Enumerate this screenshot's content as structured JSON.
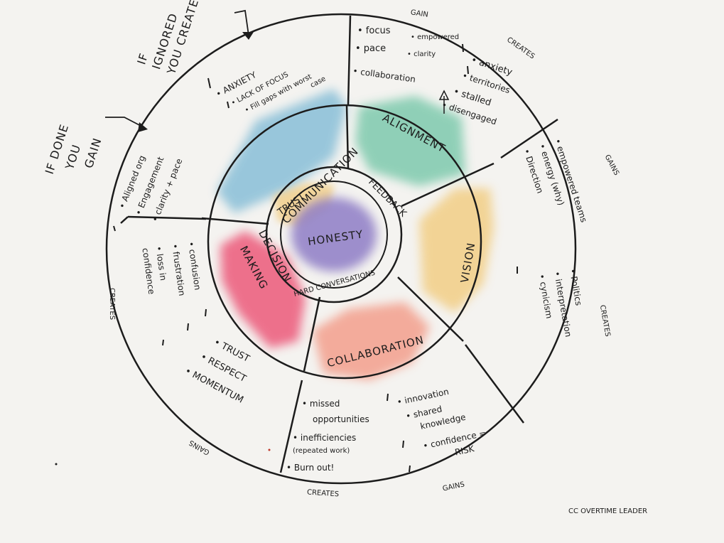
{
  "core": "HONESTY",
  "core_color": "#8e7dc6",
  "inner_ring": {
    "trust": "TRUST",
    "feedback": "FEEDBACK",
    "hard_conversations": "HARD CONVERSATIONS"
  },
  "segments": {
    "communication": {
      "label": "COMMUNICATION",
      "color": "#7ab8d4"
    },
    "alignment": {
      "label": "ALIGNMENT",
      "color": "#6ec4a4"
    },
    "vision": {
      "label": "VISION",
      "color": "#f2c977"
    },
    "collaboration": {
      "label": "COLLABORATION",
      "color": "#f39a86"
    },
    "decision_making": {
      "label_line1": "DECISION",
      "label_line2": "MAKING",
      "color": "#ec5a7a"
    }
  },
  "outer": {
    "communication_gain": [
      "• Aligned org",
      "• Engagement",
      "• clarity + pace"
    ],
    "communication_create": [
      "• ANXIETY",
      "• LACK OF FOCUS",
      "• Fill gaps with worst",
      "case"
    ],
    "alignment_gain": [
      "• focus",
      "• empowered",
      "• pace",
      "• clarity",
      "• collaboration"
    ],
    "alignment_create": [
      "• anxiety",
      "• territories",
      "• stalled",
      "• disengaged"
    ],
    "vision_gain": [
      "• empowered teams",
      "• energy (why)",
      "• Direction"
    ],
    "vision_create": [
      "• Politics",
      "• interpretation",
      "• cynicism"
    ],
    "collaboration_create": [
      "• missed",
      "opportunities",
      "• inefficiencies",
      "(repeated work)",
      "• Burn out!"
    ],
    "collaboration_gain": [
      "• innovation",
      "• shared",
      "knowledge",
      "• confidence =",
      "RISK"
    ],
    "decision_create": [
      "• confusion",
      "• frustration",
      "• loss in",
      "confidence"
    ],
    "decision_gain": [
      "• TRUST",
      "• RESPECT",
      "• MOMENTUM"
    ]
  },
  "rim_labels": {
    "gain_top": "GAIN",
    "creates_top_right": "CREATES",
    "gains_right": "GAINS",
    "creates_right": "CREATES",
    "gains_bottom_right": "GAINS",
    "creates_bottom": "CREATES",
    "gains_bottom_left": "GAINS",
    "creates_left": "CREATES"
  },
  "notes": {
    "ignored_1": "IF",
    "ignored_2": "IGNORED",
    "ignored_3": "YOU CREATE",
    "done_1": "IF DONE",
    "done_2": "YOU",
    "done_3": "GAIN",
    "credit": "CC OVERTIME LEADER"
  }
}
